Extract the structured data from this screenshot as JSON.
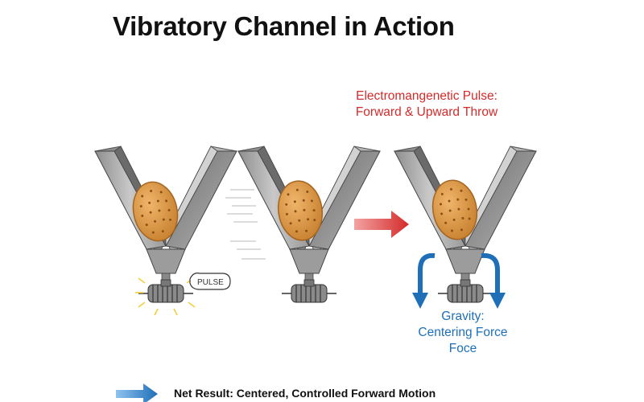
{
  "title": "Vibratory Channel in Action",
  "pulse_annotation": {
    "line1": "Electromangenetic Pulse:",
    "line2": "Forward & Upward Throw"
  },
  "gravity_annotation": {
    "line1": "Gravity:",
    "line2": "Centering Force",
    "line3": "Foсe"
  },
  "pulse_tag": "PULSE",
  "net_result": "Net Result: Centered, Controlled Forward Motion",
  "colors": {
    "pulse_red": "#d42a2a",
    "gravity_blue": "#1e6fb8",
    "biscuit": "#d9964a",
    "steel": "#a9a9a9"
  }
}
